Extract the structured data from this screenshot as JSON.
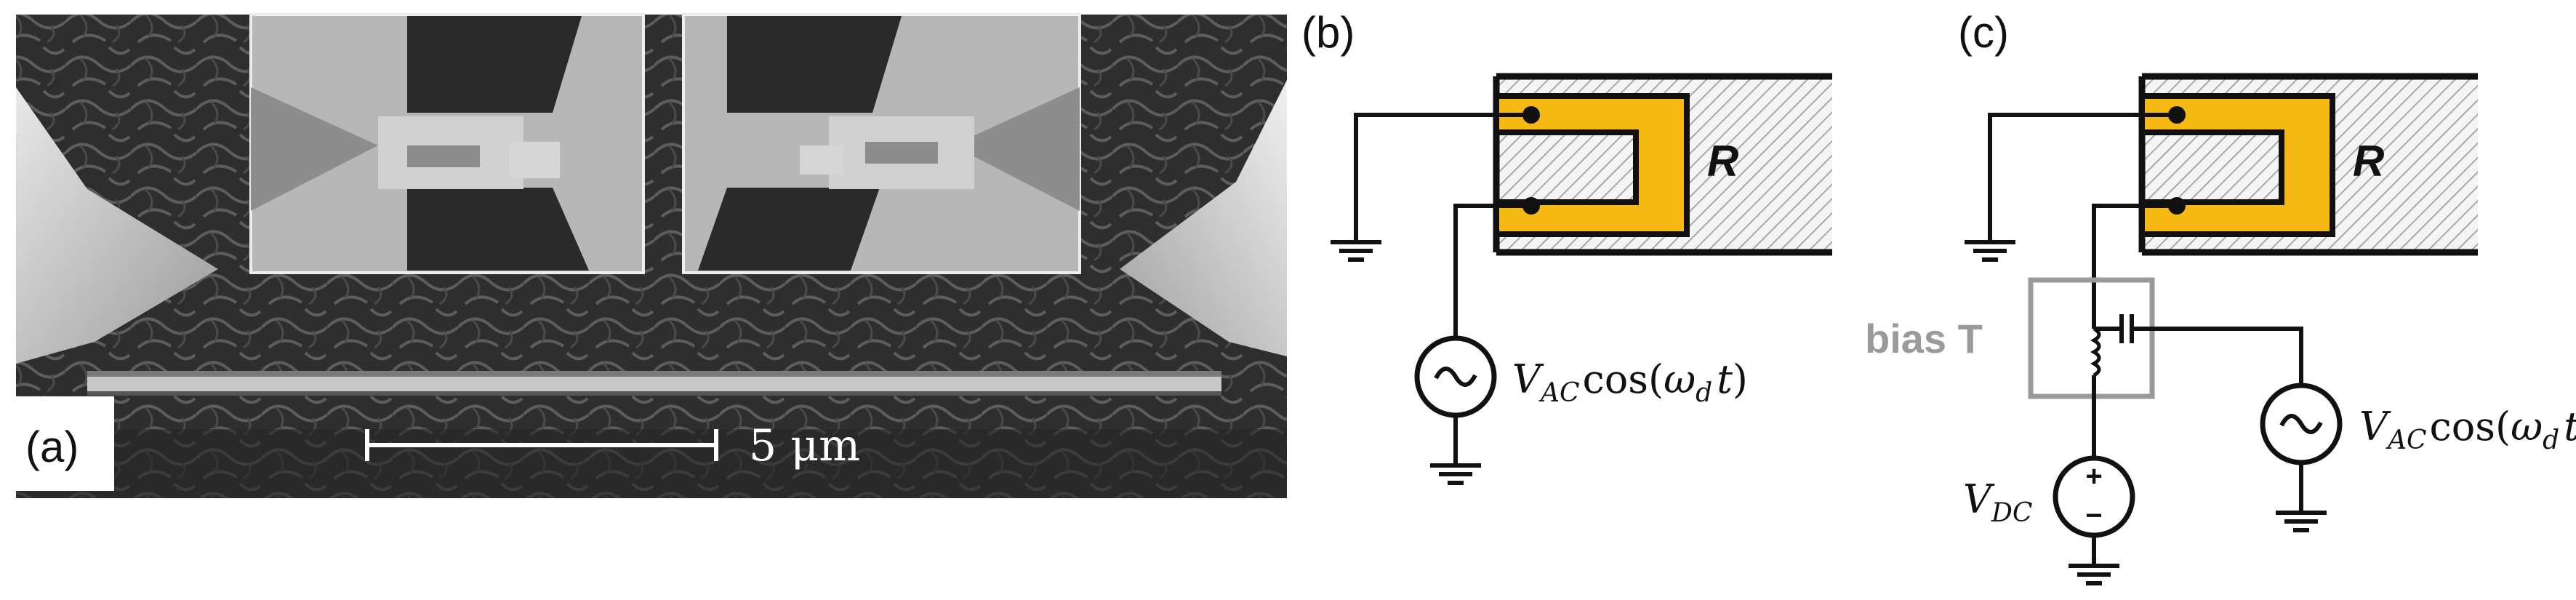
{
  "panels": {
    "a": {
      "label": "(a)",
      "scale_bar_text": "5 μm"
    },
    "b": {
      "label": "(b)",
      "resistor_label": "R",
      "source": {
        "v": "V",
        "sub": "AC",
        "cos": "cos(",
        "omega": "ω",
        "omega_sub": "d",
        "t": "t",
        "close": ")"
      }
    },
    "c": {
      "label": "(c)",
      "resistor_label": "R",
      "bias_tee_label": "bias T",
      "source": {
        "v": "V",
        "sub": "AC",
        "cos": "cos(",
        "omega": "ω",
        "omega_sub": "d",
        "t": "t",
        "close": ")"
      },
      "dc_source": {
        "v": "V",
        "sub": "DC",
        "plus": "+",
        "minus": "−"
      }
    }
  },
  "colors": {
    "pad": "#f6b913",
    "line": "#111111",
    "bias_tee_box": "#9a9a9a",
    "sem_dark": "#3a3a3a",
    "sem_light": "#bdbdbd"
  }
}
